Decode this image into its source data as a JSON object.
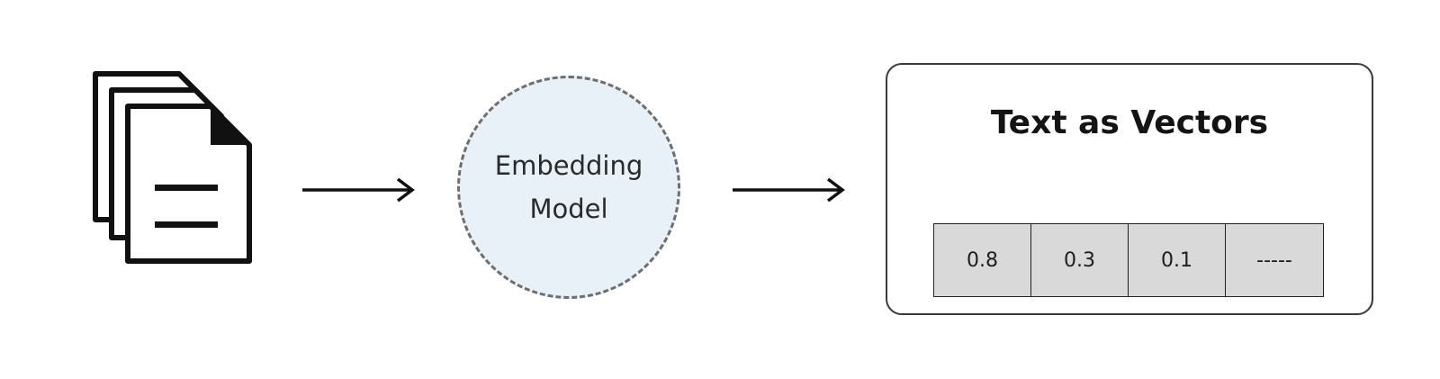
{
  "diagram": {
    "model_label_line1": "Embedding",
    "model_label_line2": "Model",
    "output_title": "Text as Vectors",
    "vector_values": [
      "0.8",
      "0.3",
      "0.1",
      "-----"
    ]
  },
  "icons": {
    "input": "documents-icon",
    "flow": "right-arrow-icon"
  },
  "colors": {
    "model_fill": "#e9f1f8",
    "model_border": "#6e6e6e",
    "cell_fill": "#d9d9d9",
    "ink": "#1f1f1f"
  }
}
